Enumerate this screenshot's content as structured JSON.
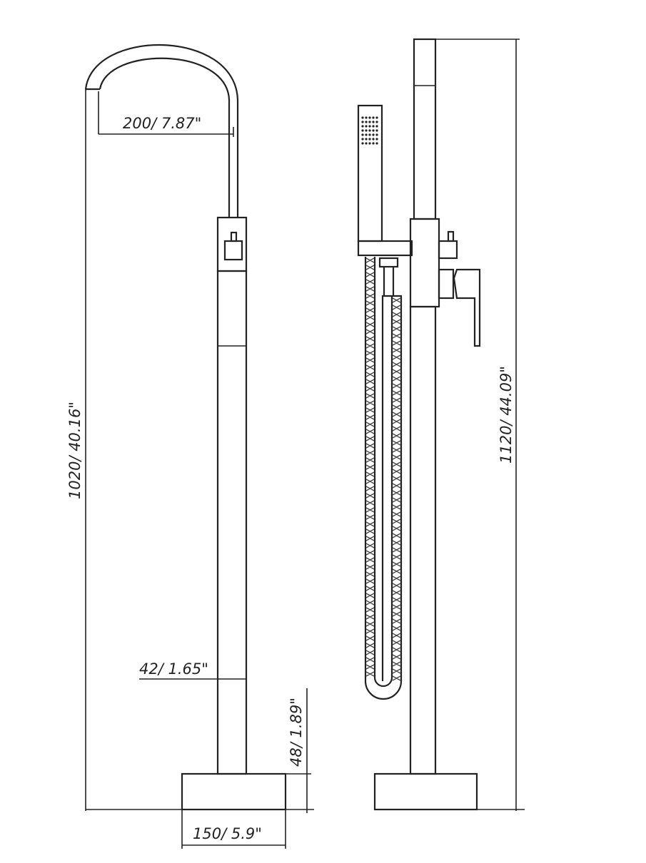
{
  "drawing": {
    "left_view": {
      "spout_reach": "200/ 7.87\"",
      "total_height": "1020/ 40.16\"",
      "column_diameter": "42/ 1.65\"",
      "base_height": "48/ 1.89\"",
      "base_width": "150/ 5.9\""
    },
    "right_view": {
      "total_height": "1120/ 44.09\""
    },
    "line_color": "#222222",
    "background": "#ffffff"
  }
}
